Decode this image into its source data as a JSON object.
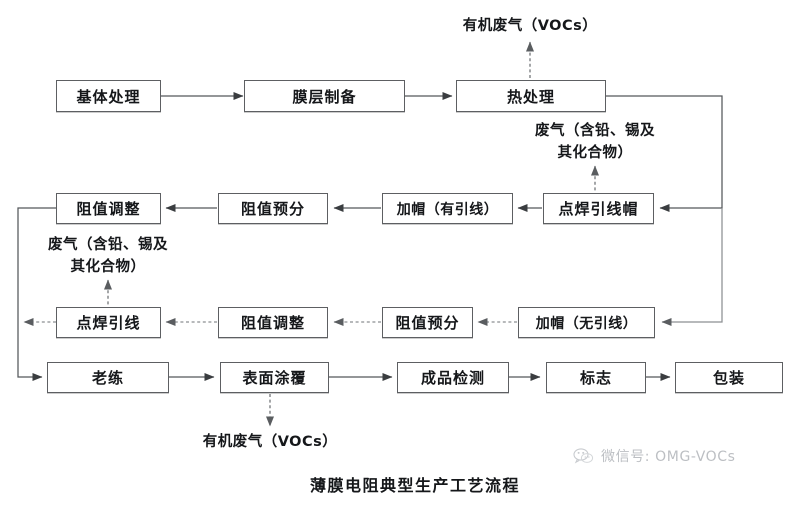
{
  "diagram": {
    "caption": "薄膜电阻典型生产工艺流程",
    "type": "process-flowchart",
    "rows": {
      "row1": [
        {
          "id": "substrate-treatment",
          "label": "基体处理"
        },
        {
          "id": "film-preparation",
          "label": "膜层制备"
        },
        {
          "id": "heat-treatment",
          "label": "热处理"
        }
      ],
      "row2": [
        {
          "id": "resistance-adjust-1",
          "label": "阻值调整"
        },
        {
          "id": "resistance-pre-split-1",
          "label": "阻值预分"
        },
        {
          "id": "cap-with-lead",
          "label": "加帽（有引线）"
        },
        {
          "id": "spot-weld-lead-cap",
          "label": "点焊引线帽"
        }
      ],
      "row3": [
        {
          "id": "spot-weld-lead",
          "label": "点焊引线"
        },
        {
          "id": "resistance-adjust-2",
          "label": "阻值调整"
        },
        {
          "id": "resistance-pre-split-2",
          "label": "阻值预分"
        },
        {
          "id": "cap-without-lead",
          "label": "加帽（无引线）"
        }
      ],
      "row4": [
        {
          "id": "aging",
          "label": "老练"
        },
        {
          "id": "surface-coating",
          "label": "表面涂覆"
        },
        {
          "id": "finished-product-inspection",
          "label": "成品检测"
        },
        {
          "id": "marking",
          "label": "标志"
        },
        {
          "id": "packaging",
          "label": "包装"
        }
      ]
    },
    "emission_labels": [
      {
        "id": "voc-top",
        "text": "有机废气（VOCs）"
      },
      {
        "id": "waste-gas-right",
        "line1": "废气（含铅、锡及",
        "line2": "其化合物）"
      },
      {
        "id": "waste-gas-left",
        "line1": "废气（含铅、锡及",
        "line2": "其化合物）"
      },
      {
        "id": "voc-bottom",
        "text": "有机废气（VOCs）"
      }
    ]
  },
  "watermark": {
    "text": "微信号: OMG-VOCs",
    "icon": "wechat-icon"
  },
  "colors": {
    "box_border": "#5d5f62",
    "line": "#44474a",
    "text": "#15171a",
    "watermark": "#b9bcc0",
    "background": "#ffffff"
  }
}
